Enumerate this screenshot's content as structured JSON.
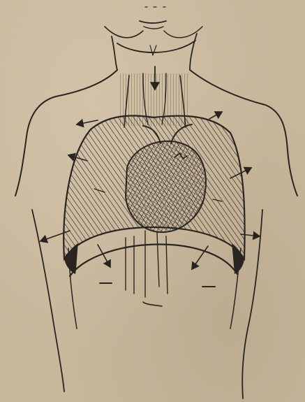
{
  "figure": {
    "kind": "anatomical line engraving",
    "subject_icons": [
      "torso-outline",
      "thoracic-cavity",
      "heart",
      "trachea",
      "diaphragm",
      "direction-arrows"
    ],
    "colors": {
      "paper": "#c8b79b",
      "ink": "#2a2420"
    }
  }
}
